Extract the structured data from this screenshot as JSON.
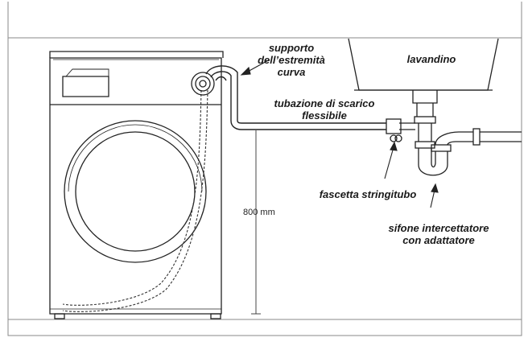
{
  "labels": {
    "supporto": [
      "supporto",
      "dell’estremità",
      "curva"
    ],
    "lavandino": "lavandino",
    "tubazione": [
      "tubazione di scarico",
      "flessibile"
    ],
    "fascetta": "fascetta stringitubo",
    "sifone": [
      "sifone intercettatore",
      "con adattatore"
    ],
    "height": "800 mm"
  }
}
